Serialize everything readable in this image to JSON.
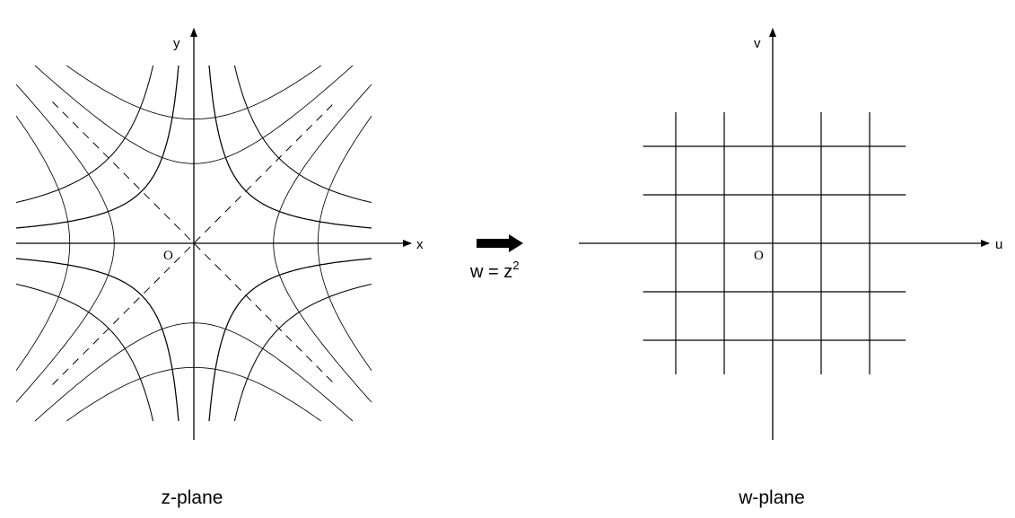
{
  "z_plane": {
    "caption": "z-plane",
    "x_axis_label": "x",
    "y_axis_label": "y",
    "origin_label": "O",
    "hyperbola_constants_xy": [
      0.15,
      0.4
    ],
    "hyperbola_constants_x2_minus_y2": [
      0.35,
      0.85
    ],
    "diagonal_lines": [
      "y = x",
      "y = -x"
    ]
  },
  "mapping": {
    "label_main": "w = z",
    "label_exponent": "2"
  },
  "w_plane": {
    "caption": "w-plane",
    "u_axis_label": "u",
    "v_axis_label": "v",
    "origin_label": "O",
    "vertical_lines_u": [
      -2,
      -1,
      1,
      2
    ],
    "horizontal_lines_v": [
      -2,
      -1,
      1,
      2
    ]
  },
  "colors": {
    "ink": "#000000",
    "background": "#ffffff"
  }
}
